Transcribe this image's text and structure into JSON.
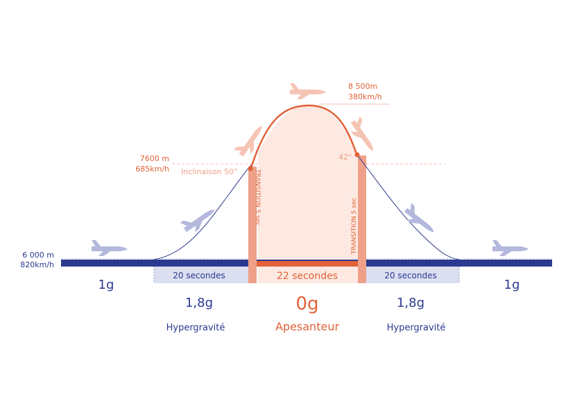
{
  "points": {
    "start": {
      "altitude": "6 000 m",
      "speed": "820km/h"
    },
    "pull_up": {
      "altitude": "7600 m",
      "speed": "685km/h",
      "angle": "Inclinaison 50°"
    },
    "apex": {
      "altitude": "8 500m",
      "speed": "380km/h"
    },
    "pull_out": {
      "angle": "42°"
    }
  },
  "transitions": {
    "left": "TRANSITION 5 sec",
    "right": "TRANSITION 5 sec"
  },
  "durations": {
    "left": "20 secondes",
    "center": "22 secondes",
    "right": "20 secondes"
  },
  "levels": {
    "left_cruise": "1g",
    "left_hyper": "1,8g",
    "zero": "0g",
    "right_hyper": "1,8g",
    "right_cruise": "1g"
  },
  "phases": {
    "left_hyper": "Hypergravité",
    "zero": "Apesanteur",
    "right_hyper": "Hypergravité"
  },
  "colors": {
    "navy": "#2b3990",
    "orange": "#e2623a",
    "salmon": "#eea089",
    "pale_orange": "#fde9e1",
    "lavender": "#dcdff0",
    "plane_blue": "#b4b8dc",
    "plane_salmon": "#f6c4b4"
  },
  "icons": [
    "airplane-icon"
  ]
}
